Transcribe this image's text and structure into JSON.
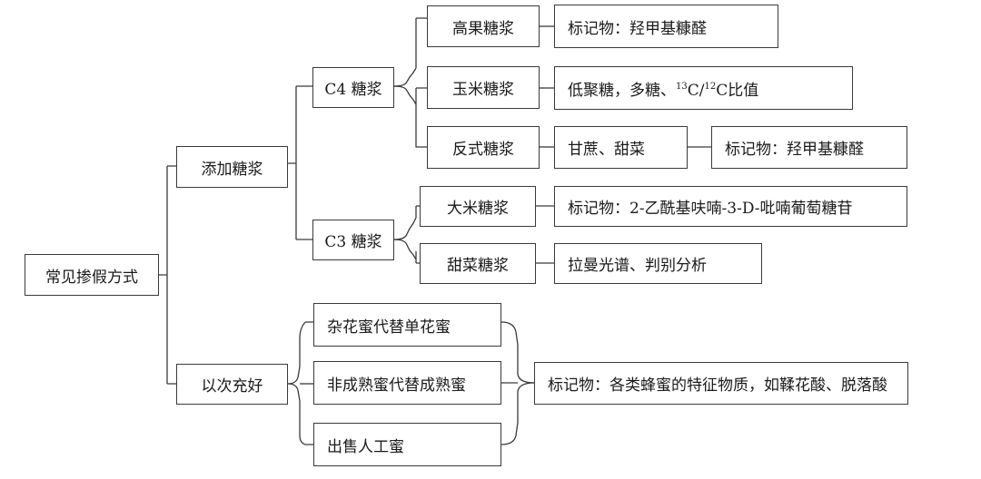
{
  "root": "常见掺假方式",
  "branches": {
    "add_syrup": "添加糖浆",
    "substitute": "以次充好"
  },
  "syrup_types": {
    "c4": "C4 糖浆",
    "c3": "C3 糖浆"
  },
  "c4_syrups": {
    "hfcs": "高果糖浆",
    "corn": "玉米糖浆",
    "invert": "反式糖浆"
  },
  "c3_syrups": {
    "rice": "大米糖浆",
    "beet": "甜菜糖浆"
  },
  "c4_details": {
    "hfcs_marker": "标记物：羟甲基糠醛",
    "corn_prefix": "低聚糖，多糖、",
    "corn_sup1": "13",
    "corn_mid": "C/",
    "corn_sup2": "12",
    "corn_suffix": "C比值",
    "invert_source": "甘蔗、甜菜",
    "invert_marker": "标记物：羟甲基糠醛"
  },
  "c3_details": {
    "rice_marker": "标记物：2-乙酰基呋喃-3-D-吡喃葡萄糖苷",
    "beet_method": "拉曼光谱、判别分析"
  },
  "substitutes": {
    "s1": "杂花蜜代替单花蜜",
    "s2": "非成熟蜜代替成熟蜜",
    "s3": "出售人工蜜"
  },
  "substitute_marker": "标记物：各类蜂蜜的特征物质，如鞣花酸、脱落酸"
}
